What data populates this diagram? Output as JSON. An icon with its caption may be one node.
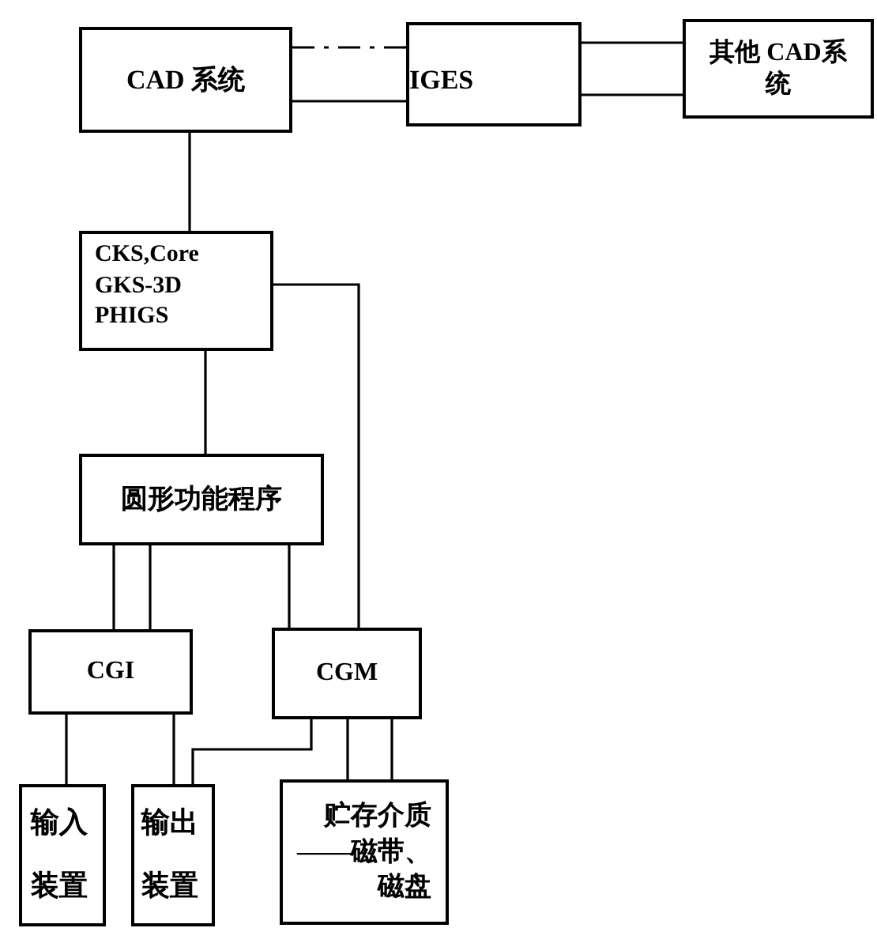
{
  "diagram": {
    "nodes": [
      {
        "text": [
          "CAD 系统"
        ]
      },
      {
        "text": [
          "IGES"
        ]
      },
      {
        "text": [
          "其他 CAD系统"
        ]
      },
      {
        "text": [
          "CKS,Core GKS-3D PHIGS"
        ]
      },
      {
        "text": [
          "圆形功能程序"
        ]
      },
      {
        "text": [
          "CGI"
        ]
      },
      {
        "text": [
          "CGM"
        ]
      },
      {
        "text": [
          "输入装置"
        ]
      },
      {
        "text": [
          "输出装置"
        ]
      },
      {
        "text": [
          "贮存介质——磁带、磁盘"
        ]
      }
    ],
    "edges": [
      {
        "from": 0,
        "to": 1,
        "arrow": "none",
        "style": "dashed"
      },
      {
        "from": 0,
        "to": 1,
        "arrow": "none"
      },
      {
        "from": 1,
        "to": 2,
        "arrow": "none"
      },
      {
        "from": 1,
        "to": 2,
        "arrow": "none"
      },
      {
        "from": 0,
        "to": 3,
        "arrow": "none"
      },
      {
        "from": 3,
        "to": 4,
        "arrow": "none"
      },
      {
        "from": 3,
        "to": 6,
        "arrow": "none"
      },
      {
        "from": 4,
        "to": 5,
        "arrow": "none"
      },
      {
        "from": 4,
        "to": 5,
        "arrow": "none"
      },
      {
        "from": 4,
        "to": 6,
        "arrow": "none"
      },
      {
        "from": 5,
        "to": 7,
        "arrow": "none"
      },
      {
        "from": 5,
        "to": 8,
        "arrow": "none"
      },
      {
        "from": 6,
        "to": 8,
        "arrow": "none"
      },
      {
        "from": 6,
        "to": 9,
        "arrow": "none"
      },
      {
        "from": 6,
        "to": 9,
        "arrow": "none"
      }
    ]
  }
}
